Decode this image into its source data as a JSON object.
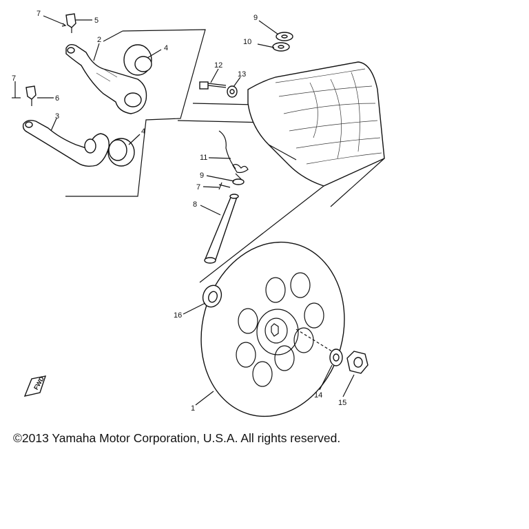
{
  "diagram": {
    "callouts": [
      "1",
      "2",
      "3",
      "4",
      "4",
      "5",
      "6",
      "7",
      "7",
      "7",
      "8",
      "9",
      "9",
      "10",
      "11",
      "12",
      "13",
      "14",
      "15",
      "16"
    ],
    "fwd_label": "FWD"
  },
  "footer": {
    "copyright": "©2013 Yamaha Motor Corporation, U.S.A. All rights reserved."
  }
}
